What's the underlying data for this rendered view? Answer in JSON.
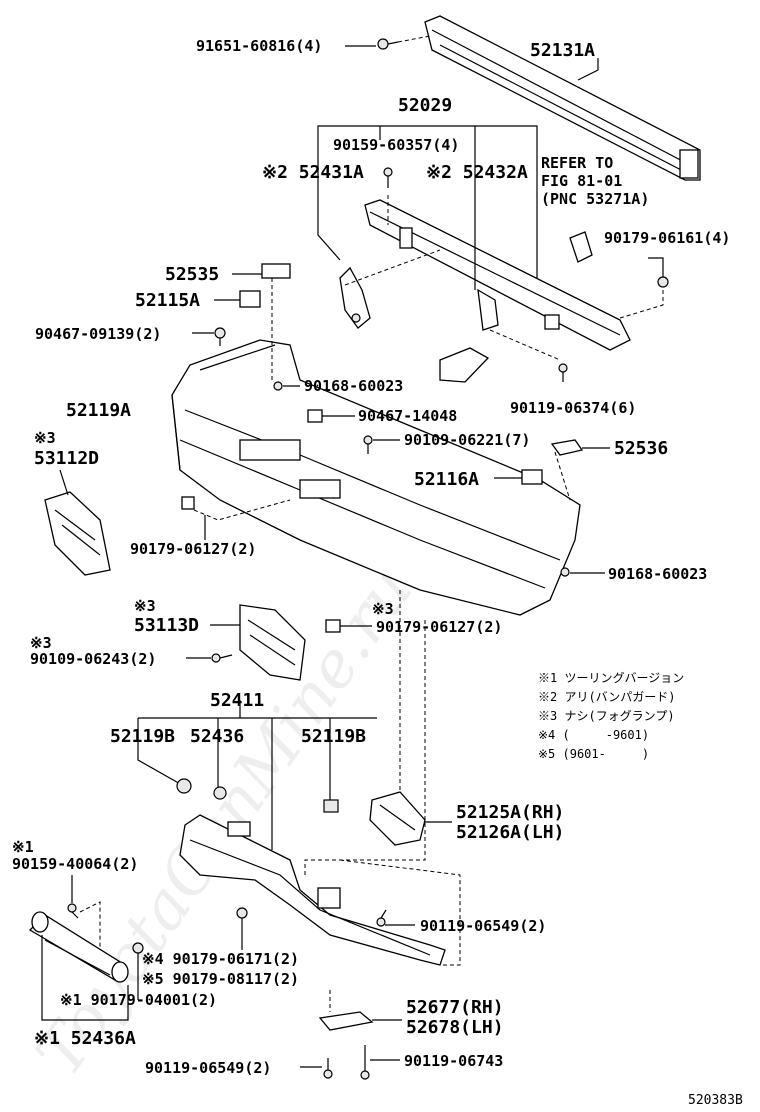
{
  "labels": {
    "p1": "91651-60816(4)",
    "p2": "52131A",
    "p3": "52029",
    "p4": "90159-60357(4)",
    "p5": "※2 52431A",
    "p6": "※2 52432A",
    "p7": "REFER TO",
    "p8": "FIG 81-01",
    "p9": "(PNC 53271A)",
    "p10": "90179-06161(4)",
    "p11": "52535",
    "p12": "52115A",
    "p13": "90467-09139(2)",
    "p14": "90168-60023",
    "p15": "52119A",
    "p16": "90467-14048",
    "p17": "90119-06374(6)",
    "p18": "※3",
    "p19": "53112D",
    "p20": "90109-06221(7)",
    "p21": "52536",
    "p22": "52116A",
    "p23": "90179-06127(2)",
    "p24": "90168-60023",
    "p25": "※3",
    "p26": "53113D",
    "p27": "※3",
    "p28": "90179-06127(2)",
    "p29": "※3",
    "p30": "90109-06243(2)",
    "p31": "52411",
    "p32": "52119B",
    "p33": "52436",
    "p34": "52119B",
    "p35": "52125A(RH)",
    "p36": "52126A(LH)",
    "p37": "※1",
    "p38": "90159-40064(2)",
    "p39": "90119-06549(2)",
    "p40": "※4 90179-06171(2)",
    "p41": "※5 90179-08117(2)",
    "p42": "※1 90179-04001(2)",
    "p43": "52677(RH)",
    "p44": "52678(LH)",
    "p45": "※1 52436A",
    "p46": "90119-06549(2)",
    "p47": "90119-06743",
    "p48": "520383B"
  },
  "notes": [
    "※1 ツーリングバージョン",
    "※2 アリ(バンパガード)",
    "※3 ナシ(フォグランプ)",
    "※4 (　　　-9601)",
    "※5 (9601-　　　)"
  ],
  "watermark": "ToyotaCanMine.ru"
}
